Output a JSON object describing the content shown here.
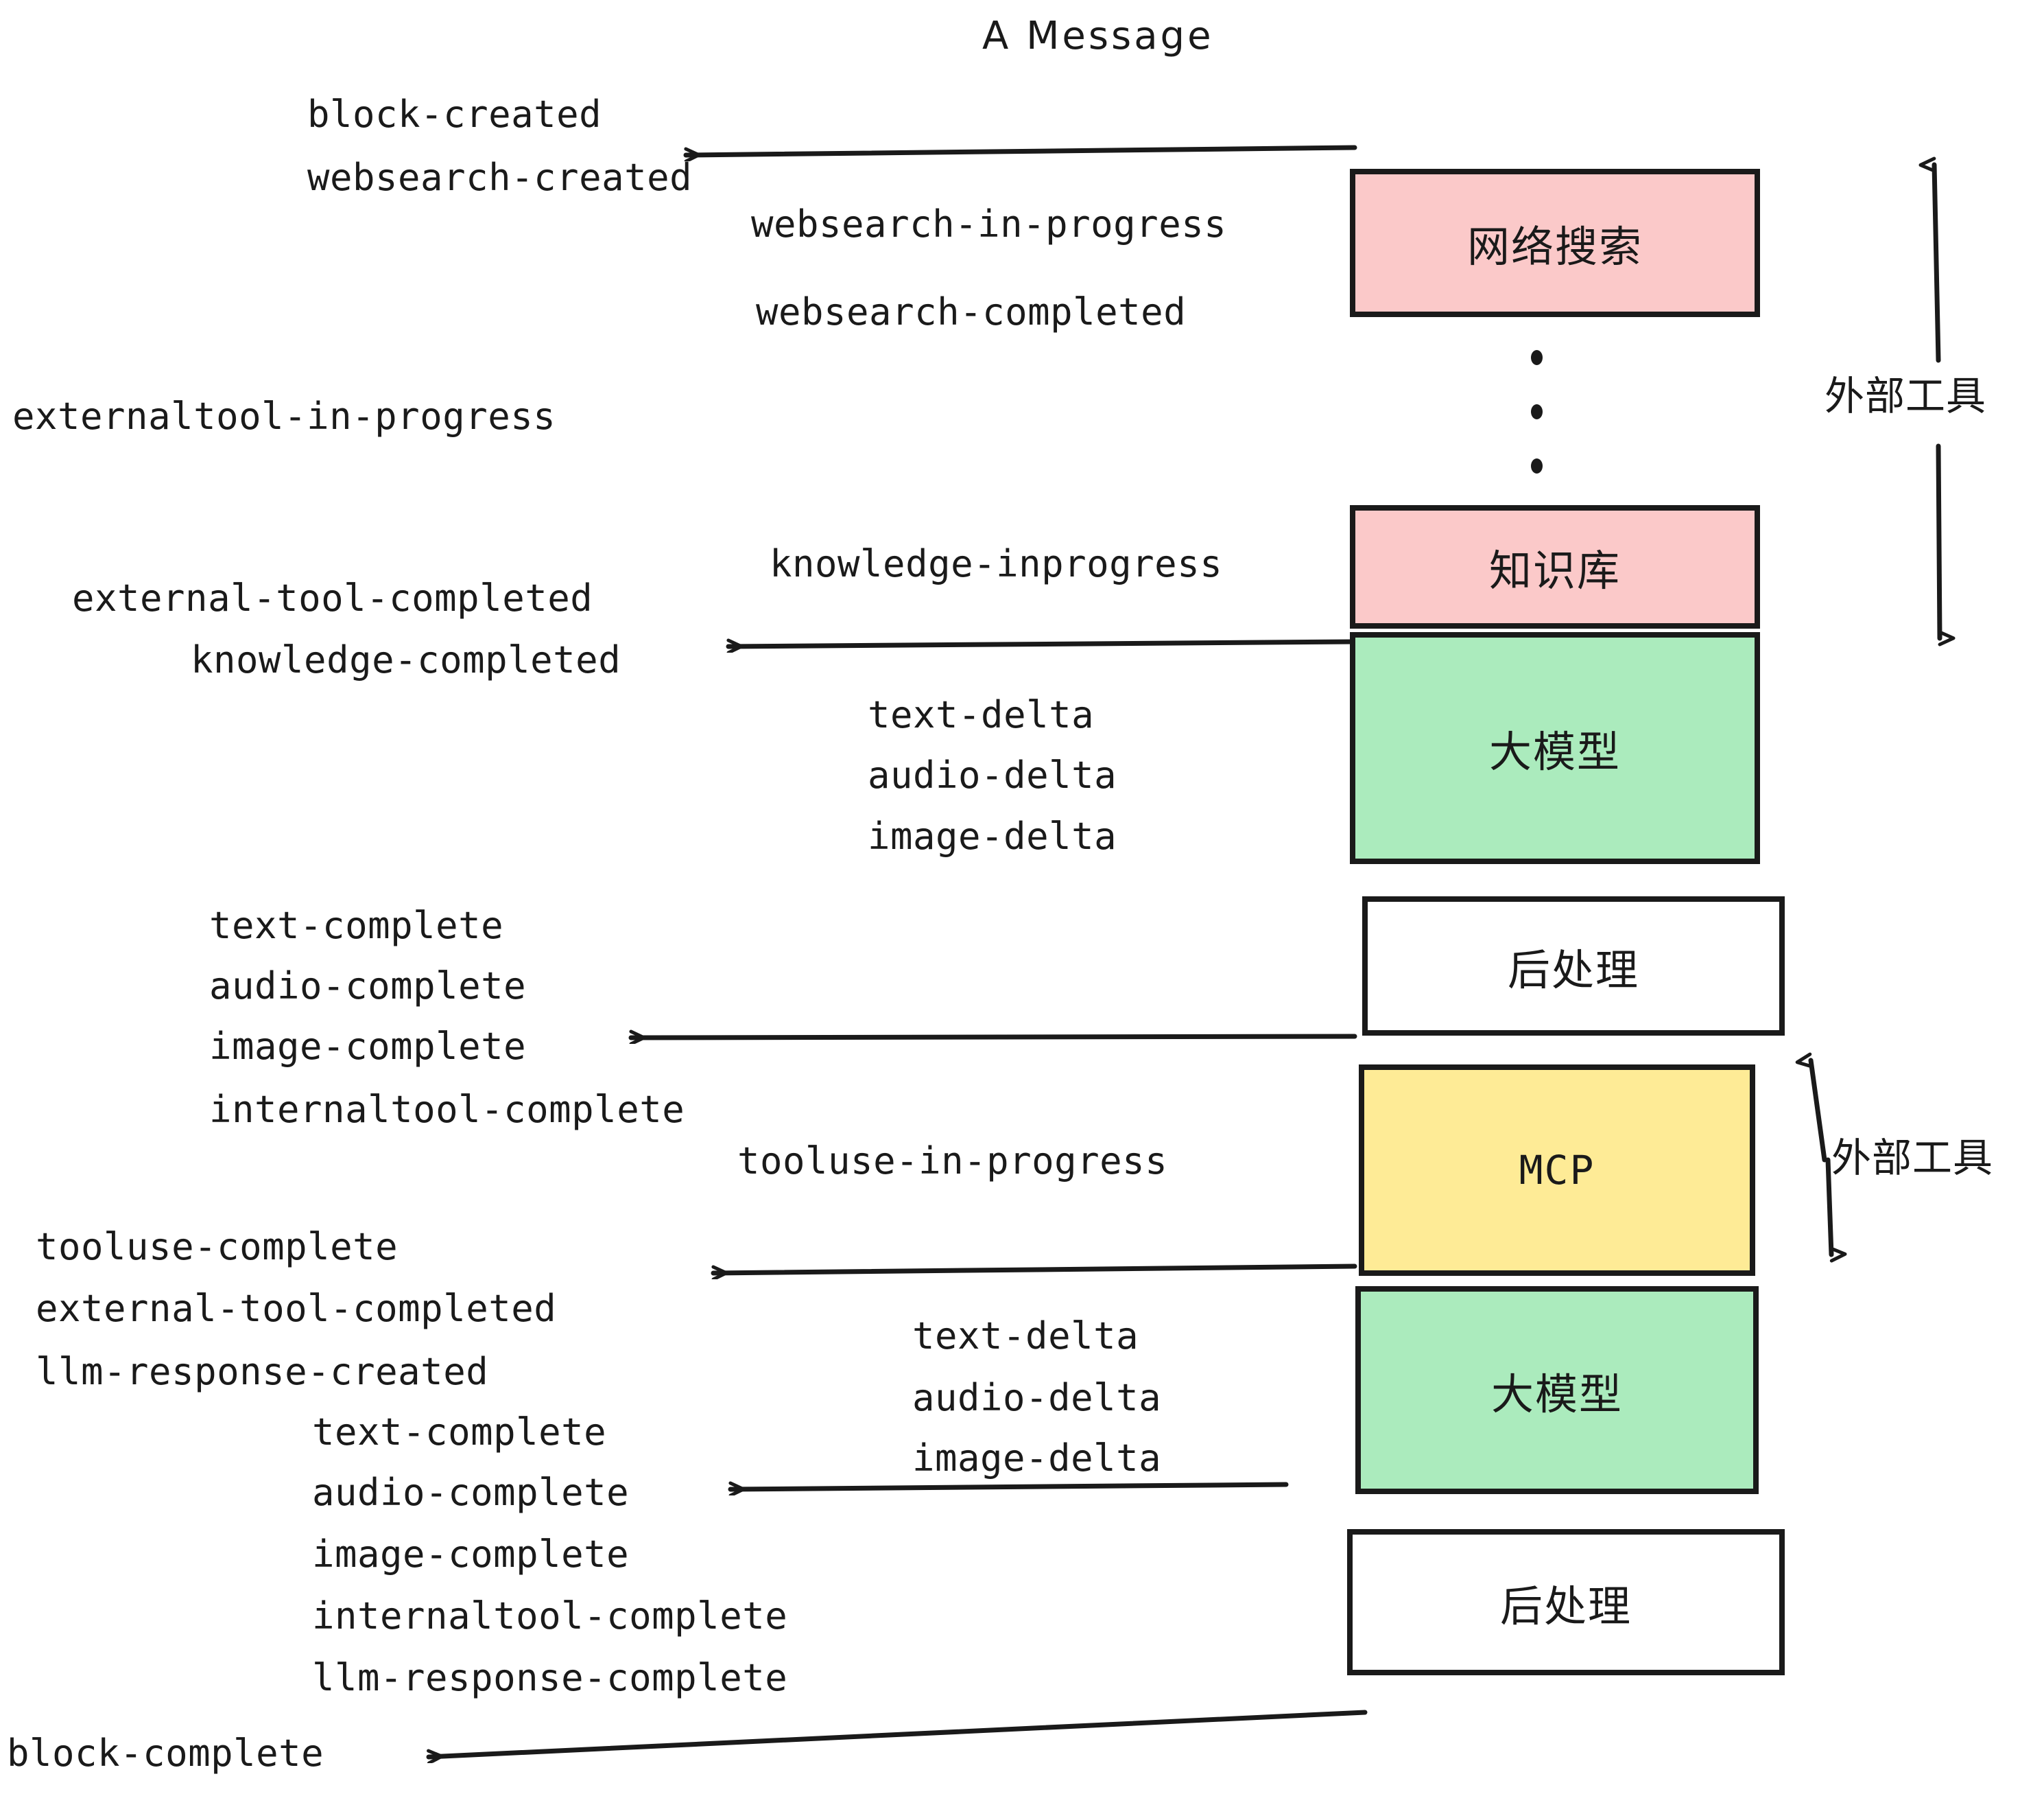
{
  "diagram": {
    "title": "A Message",
    "colors": {
      "pink": "#FBC9C9",
      "green": "#ABEBBD",
      "yellow": "#FEEB96",
      "white": "#FFFFFF",
      "stroke": "#1A1A1A",
      "text": "#1A1A1A",
      "background": "#FFFFFF"
    },
    "boxes": [
      {
        "id": "websearch",
        "label": "网络搜索",
        "fill": "pink",
        "script": "cjk"
      },
      {
        "id": "knowledge",
        "label": "知识库",
        "fill": "pink",
        "script": "cjk"
      },
      {
        "id": "llm-1",
        "label": "大模型",
        "fill": "green",
        "script": "cjk"
      },
      {
        "id": "postprocess-1",
        "label": "后处理",
        "fill": "white",
        "script": "cjk"
      },
      {
        "id": "mcp",
        "label": "MCP",
        "fill": "yellow",
        "script": "latin"
      },
      {
        "id": "llm-2",
        "label": "大模型",
        "fill": "green",
        "script": "cjk"
      },
      {
        "id": "postprocess-2",
        "label": "后处理",
        "fill": "white",
        "script": "cjk"
      }
    ],
    "events": [
      {
        "id": "block-created",
        "text": "block-created"
      },
      {
        "id": "websearch-created",
        "text": "websearch-created"
      },
      {
        "id": "websearch-in-progress",
        "text": "websearch-in-progress"
      },
      {
        "id": "websearch-completed",
        "text": "websearch-completed"
      },
      {
        "id": "externaltool-in-progress",
        "text": "externaltool-in-progress"
      },
      {
        "id": "knowledge-inprogress",
        "text": "knowledge-inprogress"
      },
      {
        "id": "external-tool-completed-1",
        "text": "external-tool-completed"
      },
      {
        "id": "knowledge-completed",
        "text": "knowledge-completed"
      },
      {
        "id": "text-delta-1",
        "text": "text-delta"
      },
      {
        "id": "audio-delta-1",
        "text": "audio-delta"
      },
      {
        "id": "image-delta-1",
        "text": "image-delta"
      },
      {
        "id": "text-complete-1",
        "text": "text-complete"
      },
      {
        "id": "audio-complete-1",
        "text": "audio-complete"
      },
      {
        "id": "image-complete-1",
        "text": "image-complete"
      },
      {
        "id": "internaltool-complete-1",
        "text": "internaltool-complete"
      },
      {
        "id": "tooluse-in-progress",
        "text": "tooluse-in-progress"
      },
      {
        "id": "tooluse-complete",
        "text": "tooluse-complete"
      },
      {
        "id": "external-tool-completed-2",
        "text": "external-tool-completed"
      },
      {
        "id": "llm-response-created",
        "text": "llm-response-created"
      },
      {
        "id": "text-delta-2",
        "text": "text-delta"
      },
      {
        "id": "audio-delta-2",
        "text": "audio-delta"
      },
      {
        "id": "image-delta-2",
        "text": "image-delta"
      },
      {
        "id": "text-complete-2",
        "text": "text-complete"
      },
      {
        "id": "audio-complete-2",
        "text": "audio-complete"
      },
      {
        "id": "image-complete-2",
        "text": "image-complete"
      },
      {
        "id": "internaltool-complete-2",
        "text": "internaltool-complete"
      },
      {
        "id": "llm-response-complete",
        "text": "llm-response-complete"
      },
      {
        "id": "block-complete",
        "text": "block-complete"
      }
    ],
    "annotations": [
      {
        "id": "external-tools-top",
        "text": "外部工具"
      },
      {
        "id": "external-tools-bottom",
        "text": "外部工具"
      }
    ],
    "ellipsis": "⋮"
  }
}
